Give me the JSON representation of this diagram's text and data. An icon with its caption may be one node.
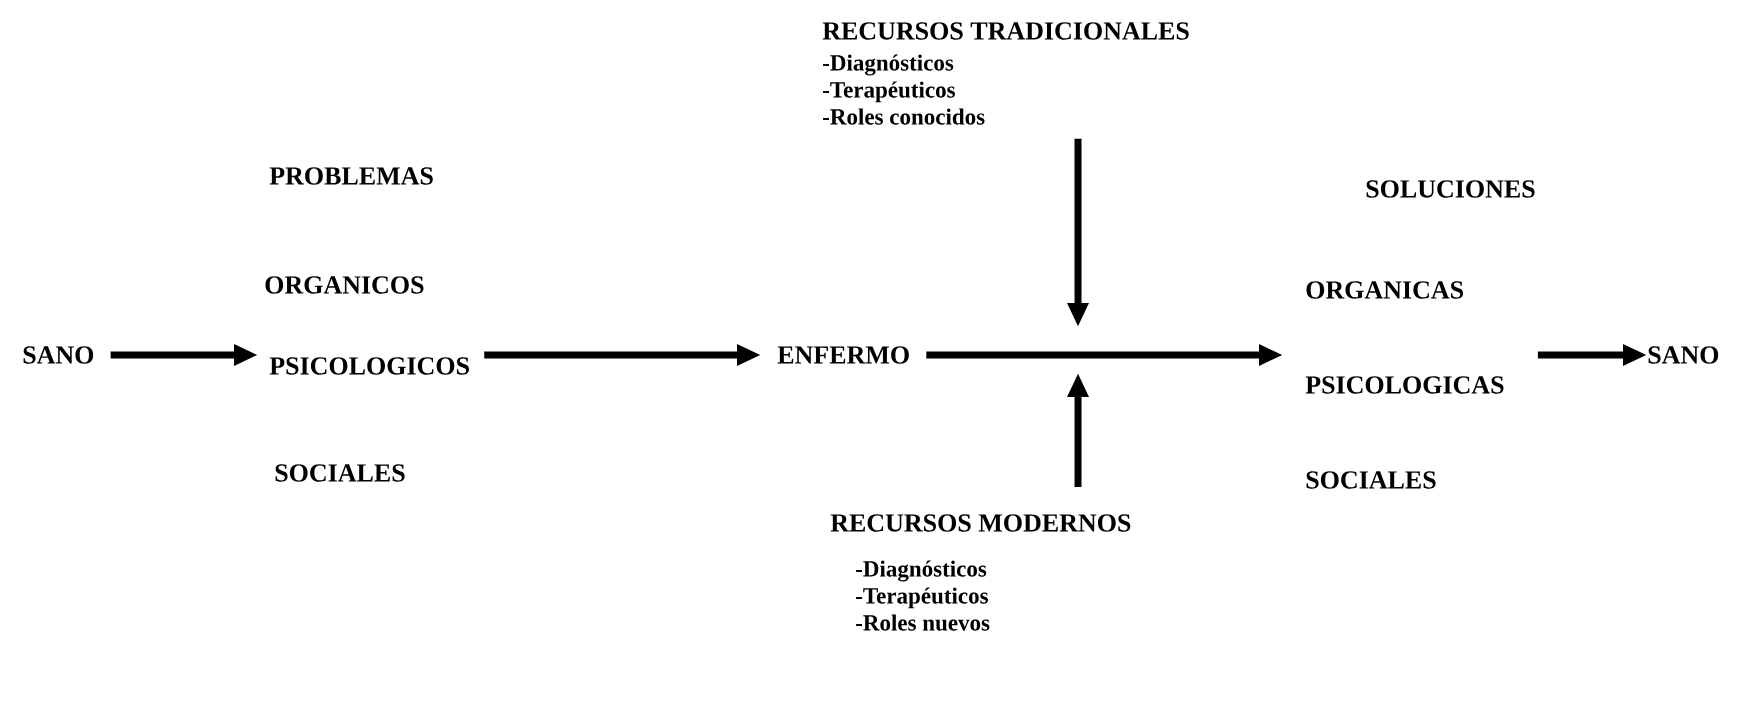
{
  "diagram": {
    "nodes": [
      {
        "text": [
          "SANO"
        ]
      },
      {
        "text": [
          "PROBLEMAS",
          "ORGANICOS",
          "PSICOLOGICOS",
          "SOCIALES"
        ]
      },
      {
        "text": [
          "ENFERMO"
        ]
      },
      {
        "text": [
          "RECURSOS TRADICIONALES",
          "-Diagnósticos",
          "-Terapéuticos",
          "-Roles conocidos"
        ]
      },
      {
        "text": [
          "RECURSOS MODERNOS",
          "-Diagnósticos",
          "-Terapéuticos",
          "-Roles nuevos"
        ]
      },
      {
        "text": [
          "SOLUCIONES",
          "ORGANICAS",
          "PSICOLOGICAS",
          "SOCIALES"
        ]
      },
      {
        "text": [
          "SANO"
        ]
      }
    ],
    "edges": [
      {
        "from": 0,
        "to": 1,
        "arrow": "to"
      },
      {
        "from": 1,
        "to": 2,
        "arrow": "to"
      },
      {
        "from": 2,
        "to": 5,
        "arrow": "to"
      },
      {
        "from": 3,
        "to": null,
        "arrow": "to"
      },
      {
        "from": 4,
        "to": null,
        "arrow": "to"
      },
      {
        "from": 5,
        "to": 6,
        "arrow": "to"
      }
    ]
  }
}
